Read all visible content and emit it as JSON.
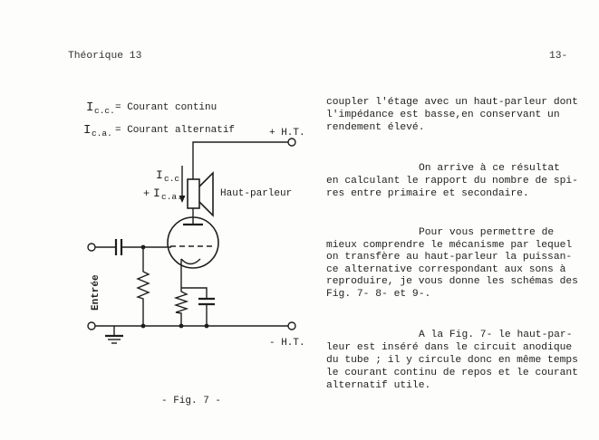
{
  "header": {
    "title": "Théorique 13",
    "page_number": "13-"
  },
  "legend": {
    "cc": {
      "symbol": "I",
      "subscript": "c.c.",
      "definition": "= Courant continu"
    },
    "ca": {
      "symbol": "I",
      "subscript": "c.a.",
      "definition": "= Courant alternatif"
    }
  },
  "schematic": {
    "hv_positive": "+ H.T.",
    "hv_negative": "- H.T.",
    "speaker_label": "Haut-parleur",
    "current_cc": {
      "symbol": "I",
      "subscript": "c.c."
    },
    "current_ca": {
      "prefix": "+",
      "symbol": "I",
      "subscript": "c.a."
    },
    "input_label": "Entrée",
    "caption": "- Fig. 7 -"
  },
  "body": {
    "p1": [
      "coupler l'étage avec un haut-parleur dont",
      "l'impédance est basse,en conservant un",
      "rendement élevé."
    ],
    "p2": [
      "On arrive à ce résultat",
      "en calculant le rapport du nombre de spi-",
      "res entre primaire et secondaire."
    ],
    "p3": [
      "Pour vous permettre de",
      "mieux comprendre le mécanisme par lequel",
      "on transfère au haut-parleur la puissan-",
      "ce alternative correspondant aux sons à",
      "reproduire, je vous donne les schémas des",
      "Fig. 7- 8- et 9-."
    ],
    "p4": [
      "A la Fig. 7- le haut-par-",
      "leur est inséré dans le circuit anodique",
      "du tube ; il y circule donc en même temps",
      "le courant continu de repos et le courant",
      "alternatif utile."
    ]
  }
}
